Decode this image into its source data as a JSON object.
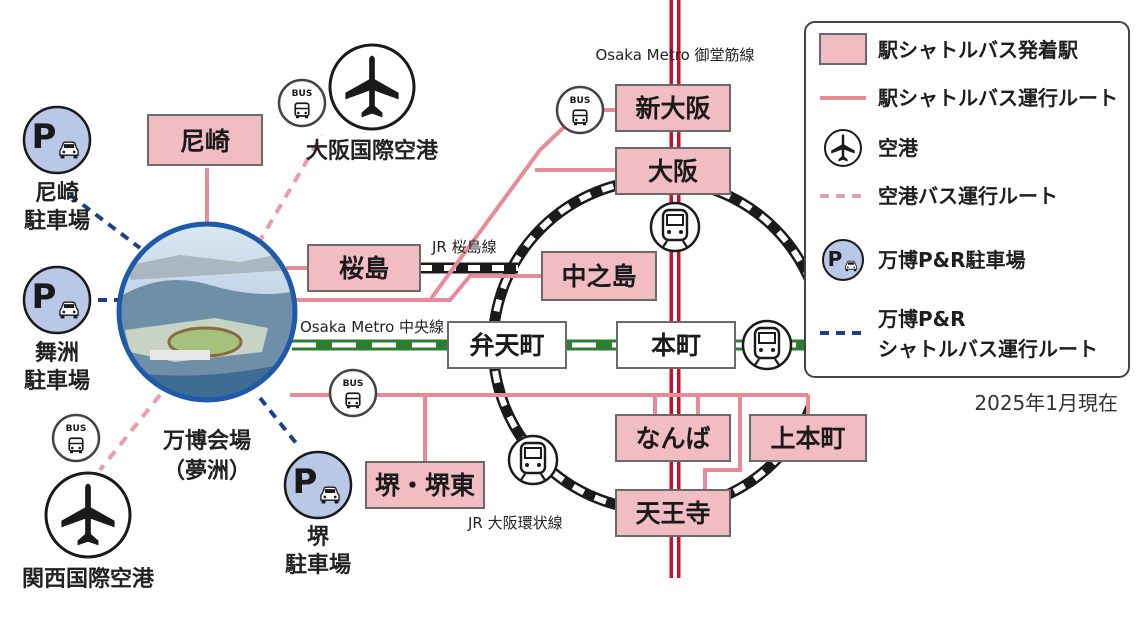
{
  "lines": {
    "midosuji": "Osaka Metro 御堂筋線",
    "chuo": "Osaka Metro 中央線",
    "sakurajima": "JR 桜島線",
    "loop": "JR 大阪環状線"
  },
  "stations": {
    "amagasaki": "尼崎",
    "shin_osaka": "新大阪",
    "osaka": "大阪",
    "sakurajima": "桜島",
    "nakanoshima": "中之島",
    "bentencho": "弁天町",
    "honmachi": "本町",
    "namba": "なんば",
    "uehommachi": "上本町",
    "sakai_higashi": "堺・堺東",
    "tennoji": "天王寺"
  },
  "airports": {
    "itami": "大阪国際空港",
    "kansai": "関西国際空港"
  },
  "parking": {
    "amagasaki_line1": "尼崎",
    "amagasaki_line2": "駐車場",
    "maishima_line1": "舞洲",
    "maishima_line2": "駐車場",
    "sakai_line1": "堺",
    "sakai_line2": "駐車場"
  },
  "venue": {
    "line1": "万博会場",
    "line2": "（夢洲）"
  },
  "icon_texts": {
    "bus": "BUS",
    "parking": "P"
  },
  "legend": {
    "station": "駅シャトルバス発着駅",
    "station_route": "駅シャトルバス運行ルート",
    "airport": "空港",
    "airport_route": "空港バス運行ルート",
    "parking": "万博P&R駐車場",
    "pr_route_line1": "万博P&R",
    "pr_route_line2": "シャトルバス運行ルート"
  },
  "date_note": "2025年1月現在",
  "colors": {
    "station_fill": "#f2bcc3",
    "shuttle_route": "#e98a98",
    "pr_route": "#1f3f8c",
    "midosuji_line": "#c8102e",
    "chuo_line": "#3b8a3a",
    "loop_line": "#1a1a1a",
    "parking_fill": "#b9c8e6"
  }
}
